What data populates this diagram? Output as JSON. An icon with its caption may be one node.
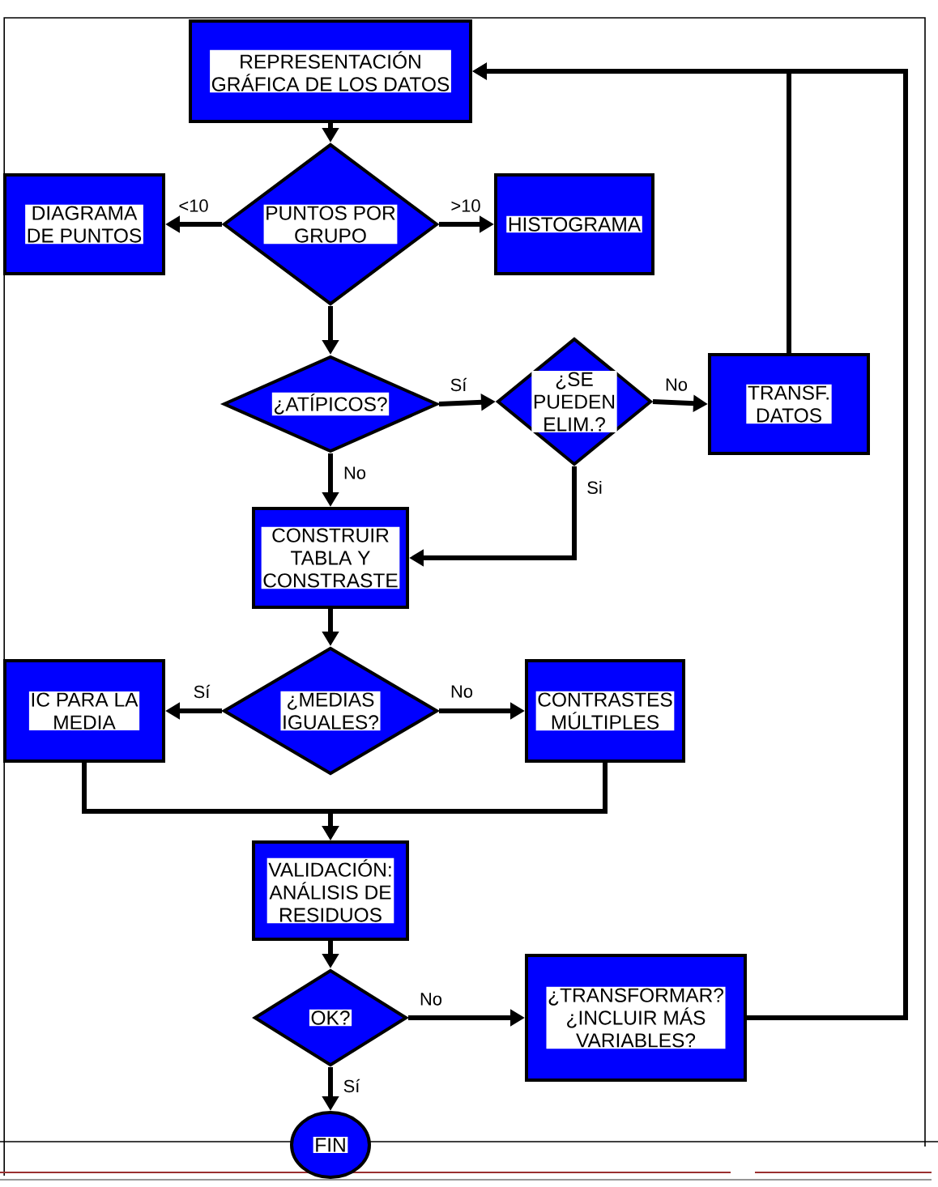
{
  "diagram": {
    "nodes": [
      {
        "text": [
          "REPRESENTACIÓN GRÁFICA DE LOS DATOS"
        ]
      },
      {
        "text": [
          "DIAGRAMA DE PUNTOS"
        ]
      },
      {
        "text": [
          "PUNTOS POR GRUPO"
        ]
      },
      {
        "text": [
          "HISTOGRAMA"
        ]
      },
      {
        "text": [
          "¿ATÍPICOS?"
        ]
      },
      {
        "text": [
          "¿SE PUEDEN ELIM.?"
        ]
      },
      {
        "text": [
          "TRANSF. DATOS"
        ]
      },
      {
        "text": [
          "CONSTRUIR TABLA Y CONSTRASTE"
        ]
      },
      {
        "text": [
          "IC PARA LA MEDIA"
        ]
      },
      {
        "text": [
          "¿MEDIAS IGUALES?"
        ]
      },
      {
        "text": [
          "CONTRASTES MÚLTIPLES"
        ]
      },
      {
        "text": [
          "VALIDACIÓN: ANÁLISIS DE RESIDUOS"
        ]
      },
      {
        "text": [
          "OK?"
        ]
      },
      {
        "text": [
          "¿TRANSFORMAR? ¿INCLUIR MÁS VARIABLES?"
        ]
      },
      {
        "text": [
          "FIN"
        ]
      }
    ],
    "edges": [
      {
        "from": 0,
        "to": 2,
        "arrow": "to"
      },
      {
        "from": 2,
        "to": 1,
        "arrow": "to",
        "label": "<10"
      },
      {
        "from": 2,
        "to": 3,
        "arrow": "to",
        "label": ">10"
      },
      {
        "from": 2,
        "to": 4,
        "arrow": "to"
      },
      {
        "from": 4,
        "to": 5,
        "arrow": "to",
        "label": "Sí"
      },
      {
        "from": 5,
        "to": 6,
        "arrow": "to",
        "label": "No"
      },
      {
        "from": 4,
        "to": 7,
        "arrow": "to",
        "label": "No"
      },
      {
        "from": 5,
        "to": 7,
        "arrow": "to",
        "label": "Si"
      },
      {
        "from": 6,
        "to": 0,
        "arrow": "to"
      },
      {
        "from": 7,
        "to": 9,
        "arrow": "to"
      },
      {
        "from": 9,
        "to": 8,
        "arrow": "to",
        "label": "Sí"
      },
      {
        "from": 9,
        "to": 10,
        "arrow": "to",
        "label": "No"
      },
      {
        "from": 8,
        "to": 11,
        "arrow": "to"
      },
      {
        "from": 10,
        "to": 11,
        "arrow": "to"
      },
      {
        "from": 11,
        "to": 12,
        "arrow": "to"
      },
      {
        "from": 12,
        "to": 13,
        "arrow": "to",
        "label": "No"
      },
      {
        "from": 12,
        "to": 14,
        "arrow": "to",
        "label": "Sí"
      },
      {
        "from": 13,
        "to": 0,
        "arrow": "to"
      }
    ]
  }
}
